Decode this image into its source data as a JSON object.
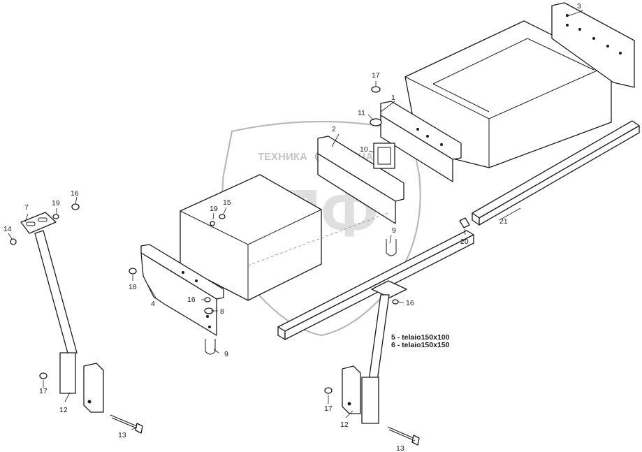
{
  "watermark": {
    "brand_top_left": "ТЕХНИКА",
    "brand_top_right": "ЗАПЧАСТИ",
    "brand_main": "ЭПФ"
  },
  "callouts": {
    "c1": "1",
    "c2": "2",
    "c3": "3",
    "c4": "4",
    "c7": "7",
    "c8": "8",
    "c9a": "9",
    "c9b": "9",
    "c10": "10",
    "c11": "11",
    "c12a": "12",
    "c12b": "12",
    "c13a": "13",
    "c13b": "13",
    "c14": "14",
    "c15": "15",
    "c16a": "16",
    "c16b": "16",
    "c16c": "16",
    "c17a": "17",
    "c17b": "17",
    "c17c": "17",
    "c18": "18",
    "c19a": "19",
    "c19b": "19",
    "c20": "20",
    "c21": "21"
  },
  "legend": {
    "line1": "5 - telaio150x100",
    "line2": "6 - telaio150x150"
  },
  "colors": {
    "line": "#1a1a1a",
    "watermark": "#b9b9b9"
  }
}
